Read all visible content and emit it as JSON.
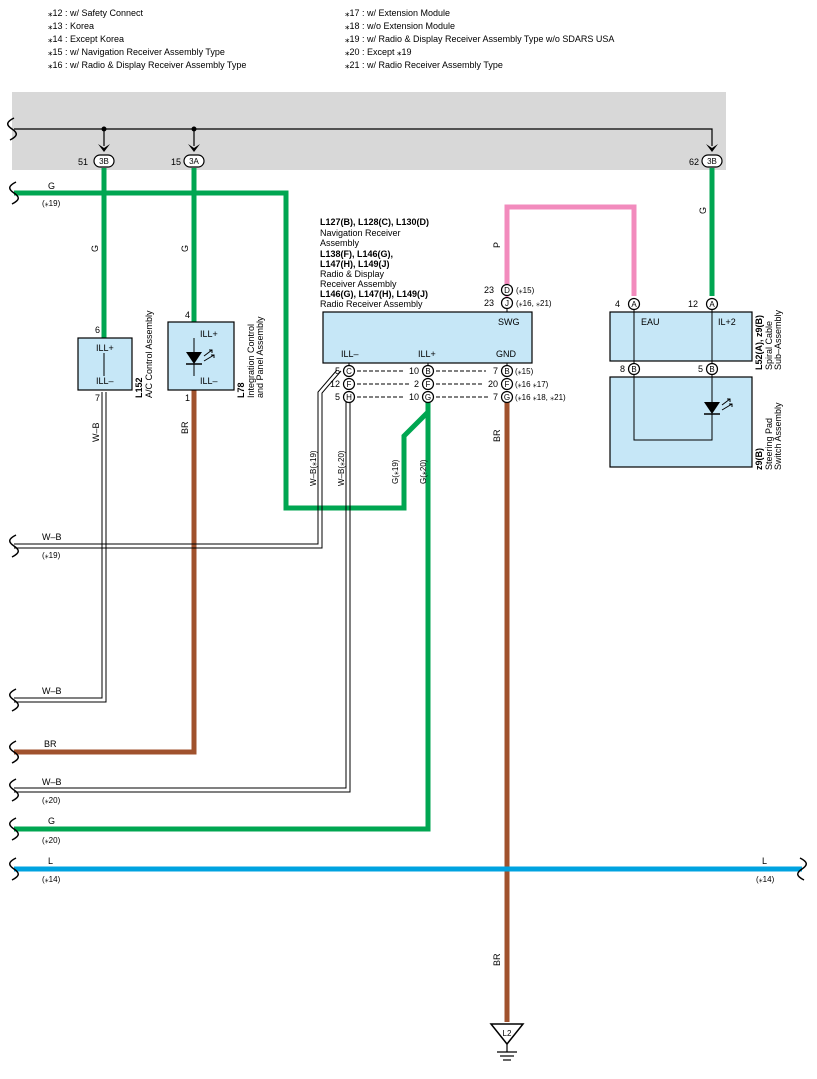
{
  "notes_left": [
    "⁎12 : w/ Safety Connect",
    "⁎13 : Korea",
    "⁎14 : Except Korea",
    "⁎15 : w/ Navigation Receiver Assembly Type",
    "⁎16 : w/ Radio & Display Receiver Assembly Type"
  ],
  "notes_right": [
    "⁎17 : w/ Extension Module",
    "⁎18 : w/o Extension Module",
    "⁎19 : w/ Radio & Display Receiver Assembly Type w/o SDARS USA",
    "⁎20 : Except ⁎19",
    "⁎21 : w/ Radio Receiver Assembly Type"
  ],
  "junction": {
    "pin_51": "51",
    "conn_51": "3B",
    "pin_15": "15",
    "conn_15": "3A",
    "pin_62": "62",
    "conn_62": "3B"
  },
  "colors": {
    "green": "#00a651",
    "brown": "#a0522d",
    "pink": "#f28bbd",
    "blue": "#00a3e0",
    "box_fill": "#c6e7f7",
    "bar_fill": "#d8d8d8"
  },
  "labels": {
    "G": "G",
    "P": "P",
    "WB": "W–B",
    "BR": "BR",
    "L": "L",
    "note19": "(⁎19)",
    "note20": "(⁎20)",
    "note14": "(⁎14)",
    "g19": "G(⁎19)",
    "g20": "G(⁎20)",
    "wb19": "W–B(⁎19)",
    "wb20": "W–B(⁎20)"
  },
  "l152": {
    "code": "L152",
    "name": "A/C Control Assembly",
    "top_pin": "6",
    "bottom_pin": "7",
    "ill_plus": "ILL+",
    "ill_minus": "ILL–"
  },
  "l78": {
    "code": "L78",
    "name1": "Integration Control",
    "name2": "and Panel Assembly",
    "top_pin": "4",
    "bottom_pin": "1",
    "ill_plus": "ILL+",
    "ill_minus": "ILL–"
  },
  "receiver": {
    "title1": "L127(B), L128(C), L130(D)",
    "title2": "Navigation Receiver",
    "title3": "Assembly",
    "title4": "L138(F), L146(G),",
    "title5": "L147(H), L149(J)",
    "title6": "Radio & Display",
    "title7": "Receiver Assembly",
    "title8": "L146(G), L147(H), L149(J)",
    "title9": "Radio Receiver Assembly",
    "swg": "SWG",
    "ill_minus": "ILL–",
    "ill_plus": "ILL+",
    "gnd": "GND",
    "swg_pin1": "23",
    "swg_conn1": "D",
    "swg_note1": "(⁎15)",
    "swg_pin2": "23",
    "swg_conn2": "J",
    "swg_note2": "(⁎16, ⁎21)",
    "rows": [
      {
        "p1": "5",
        "c1": "C",
        "p2": "10",
        "c2": "B",
        "p3": "7",
        "c3": "B",
        "note": "(⁎15)"
      },
      {
        "p1": "12",
        "c1": "F",
        "p2": "2",
        "c2": "F",
        "p3": "20",
        "c3": "F",
        "note": "(⁎16 ⁎17)"
      },
      {
        "p1": "5",
        "c1": "H",
        "p2": "10",
        "c2": "G",
        "p3": "7",
        "c3": "G",
        "note": "(⁎16 ⁎18, ⁎21)"
      }
    ]
  },
  "spiral": {
    "code": "L52(A), z9(B)",
    "name1": "Spiral Cable",
    "name2": "Sub–Assembly",
    "pin_eau": "4",
    "conn_eau": "A",
    "eau": "EAU",
    "pin_il": "12",
    "conn_il": "A",
    "il2": "IL+2",
    "pin_b1": "8",
    "conn_b1": "B",
    "pin_b2": "5",
    "conn_b2": "B"
  },
  "steering": {
    "code": "z9(B)",
    "name1": "Steering Pad",
    "name2": "Switch Assembly"
  },
  "ground": {
    "label": "L2"
  }
}
